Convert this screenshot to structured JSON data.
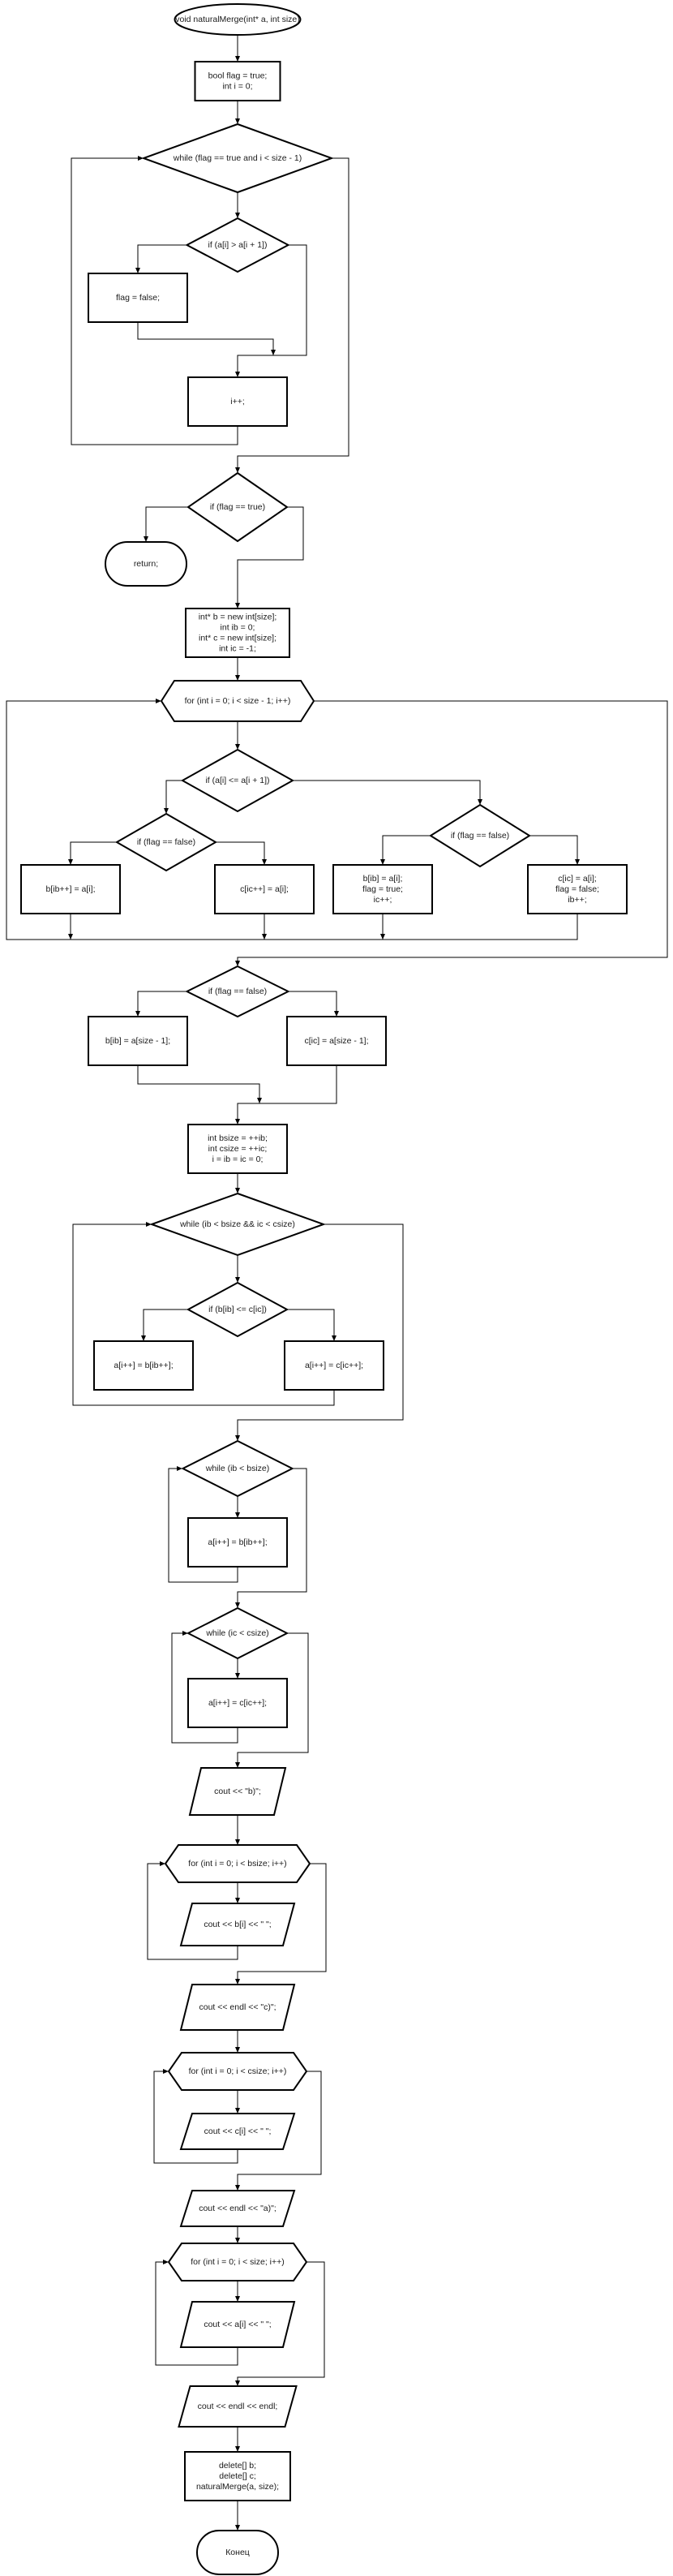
{
  "nodes": {
    "start": [
      "void naturalMerge(int* a, int size)"
    ],
    "init": [
      "bool flag = true;",
      "int i = 0;"
    ],
    "while1": [
      "while (flag == true and i < size - 1)"
    ],
    "if1": [
      "if (a[i] > a[i + 1])"
    ],
    "flagfalse": [
      "flag = false;"
    ],
    "iinc": [
      "i++;"
    ],
    "ifflag": [
      "if (flag == true)"
    ],
    "ret": [
      "return;"
    ],
    "alloc": [
      "int* b = new int[size];",
      "int ib = 0;",
      "int* c = new int[size];",
      "int ic = -1;"
    ],
    "for1": [
      "for (int i = 0; i < size - 1; i++)"
    ],
    "if2": [
      "if (a[i] <= a[i + 1])"
    ],
    "if3": [
      "if (flag == false)"
    ],
    "if4": [
      "if (flag == false)"
    ],
    "bset": [
      "b[ib++] = a[i];"
    ],
    "cset": [
      "c[ic++] = a[i];"
    ],
    "bset2": [
      "b[ib] = a[i];",
      "flag = true;",
      "ic++;"
    ],
    "cset2": [
      "c[ic] = a[i];",
      "flag = false;",
      "ib++;"
    ],
    "if5": [
      "if (flag == false)"
    ],
    "blast": [
      "b[ib] = a[size - 1];"
    ],
    "clast": [
      "c[ic] = a[size - 1];"
    ],
    "sizes": [
      "int bsize = ++ib;",
      "int csize = ++ic;",
      "i = ib = ic = 0;"
    ],
    "while2": [
      "while (ib < bsize && ic < csize)"
    ],
    "if6": [
      "if (b[ib] <= c[ic])"
    ],
    "ab": [
      "a[i++] = b[ib++];"
    ],
    "ac": [
      "a[i++] = c[ic++];"
    ],
    "while3": [
      "while (ib < bsize)"
    ],
    "ab2": [
      "a[i++] = b[ib++];"
    ],
    "while4": [
      "while (ic < csize)"
    ],
    "ac2": [
      "a[i++] = c[ic++];"
    ],
    "outb": [
      "cout << \"b)\";"
    ],
    "forb": [
      "for (int i = 0; i < bsize; i++)"
    ],
    "outbi": [
      "cout << b[i] << \" \";"
    ],
    "outc": [
      "cout << endl << \"c)\";"
    ],
    "forc": [
      "for (int i = 0; i < csize; i++)"
    ],
    "outci": [
      "cout << c[i] << \" \";"
    ],
    "outa": [
      "cout << endl << \"a)\";"
    ],
    "fora": [
      "for (int i = 0; i < size; i++)"
    ],
    "outai": [
      "cout << a[i] << \" \";"
    ],
    "outend": [
      "cout << endl << endl;"
    ],
    "cleanup": [
      "delete[] b;",
      "delete[] c;",
      "naturalMerge(a, size);"
    ],
    "end": [
      "Конец"
    ]
  }
}
